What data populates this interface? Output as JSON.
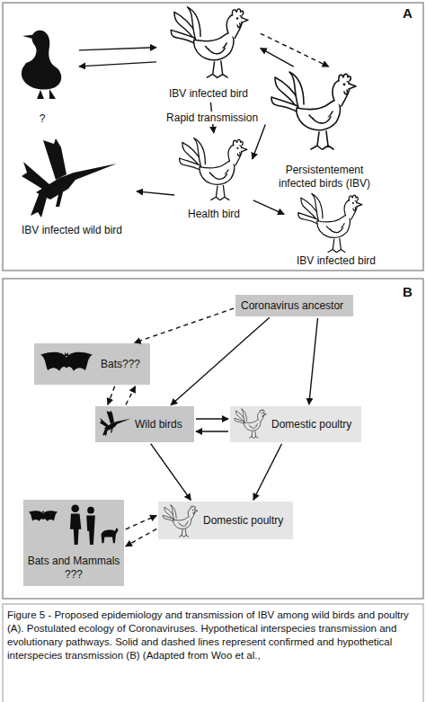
{
  "diagram": {
    "caption": "Figure 5 - Proposed epidemiology and transmission of IBV among wild birds and poultry (A). Postulated ecology of Coronaviruses. Hypothetical interspecies transmission and evolutionary pathways. Solid and dashed lines represent confirmed and hypothetical interspecies transmission (B) (Adapted from Woo et al.,",
    "nodes": [
      {
        "text": [
          "?"
        ]
      },
      {
        "text": [
          "IBV infected bird"
        ]
      },
      {
        "text": [
          "Persistentement infected birds (IBV)"
        ]
      },
      {
        "text": [
          "Health bird"
        ]
      },
      {
        "text": [
          "IBV infected bird"
        ]
      },
      {
        "text": [
          "IBV infected wild bird"
        ]
      },
      {
        "text": [
          "Coronavirus ancestor"
        ]
      },
      {
        "text": [
          "Bats???"
        ]
      },
      {
        "text": [
          "Wild birds"
        ]
      },
      {
        "text": [
          "Domestic poultry"
        ]
      },
      {
        "text": [
          "Domestic poultry"
        ]
      },
      {
        "text": [
          "Bats and Mammals ???"
        ]
      }
    ],
    "edges": [
      {
        "from": 0,
        "to": 1,
        "arrow": "to"
      },
      {
        "from": 1,
        "to": 0,
        "arrow": "to"
      },
      {
        "from": 2,
        "to": 1,
        "arrow": "to"
      },
      {
        "from": 1,
        "to": 2,
        "arrow": "to"
      },
      {
        "from": 1,
        "to": 3,
        "label": "Rapid transmission",
        "arrow": "to"
      },
      {
        "from": 2,
        "to": 3,
        "arrow": "to"
      },
      {
        "from": 3,
        "to": 5,
        "arrow": "to"
      },
      {
        "from": 3,
        "to": 4,
        "arrow": "to"
      },
      {
        "from": 6,
        "to": 7,
        "arrow": "to"
      },
      {
        "from": 7,
        "to": 8,
        "arrow": "to"
      },
      {
        "from": 8,
        "to": 7,
        "arrow": "to"
      },
      {
        "from": 6,
        "to": 8,
        "arrow": "to"
      },
      {
        "from": 6,
        "to": 9,
        "arrow": "to"
      },
      {
        "from": 8,
        "to": 9,
        "arrow": "to"
      },
      {
        "from": 9,
        "to": 8,
        "arrow": "to"
      },
      {
        "from": 8,
        "to": 10,
        "arrow": "to"
      },
      {
        "from": 9,
        "to": 10,
        "arrow": "to"
      },
      {
        "from": 11,
        "to": 10,
        "arrow": "to"
      },
      {
        "from": 10,
        "to": 11,
        "arrow": "to"
      }
    ],
    "labels": [
      "A",
      "B"
    ]
  }
}
